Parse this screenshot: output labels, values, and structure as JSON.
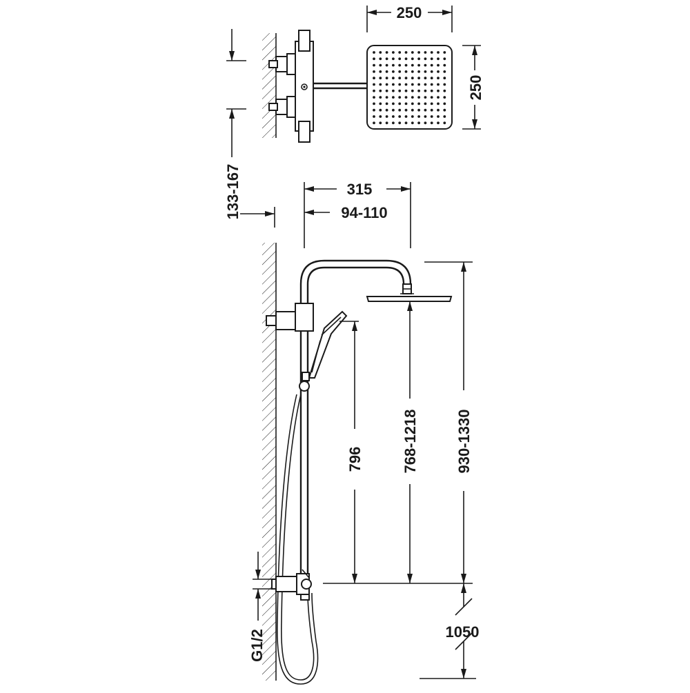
{
  "dimensions": {
    "head_width": "250",
    "head_depth": "250",
    "mixer_centers": "133-167",
    "arm_projection": "315",
    "mixer_projection": "94-110",
    "handshower_height": "796",
    "head_height_range": "768-1218",
    "total_height_range": "930-1330",
    "floor_to_inlet": "1050",
    "inlet_thread": "G1/2"
  }
}
